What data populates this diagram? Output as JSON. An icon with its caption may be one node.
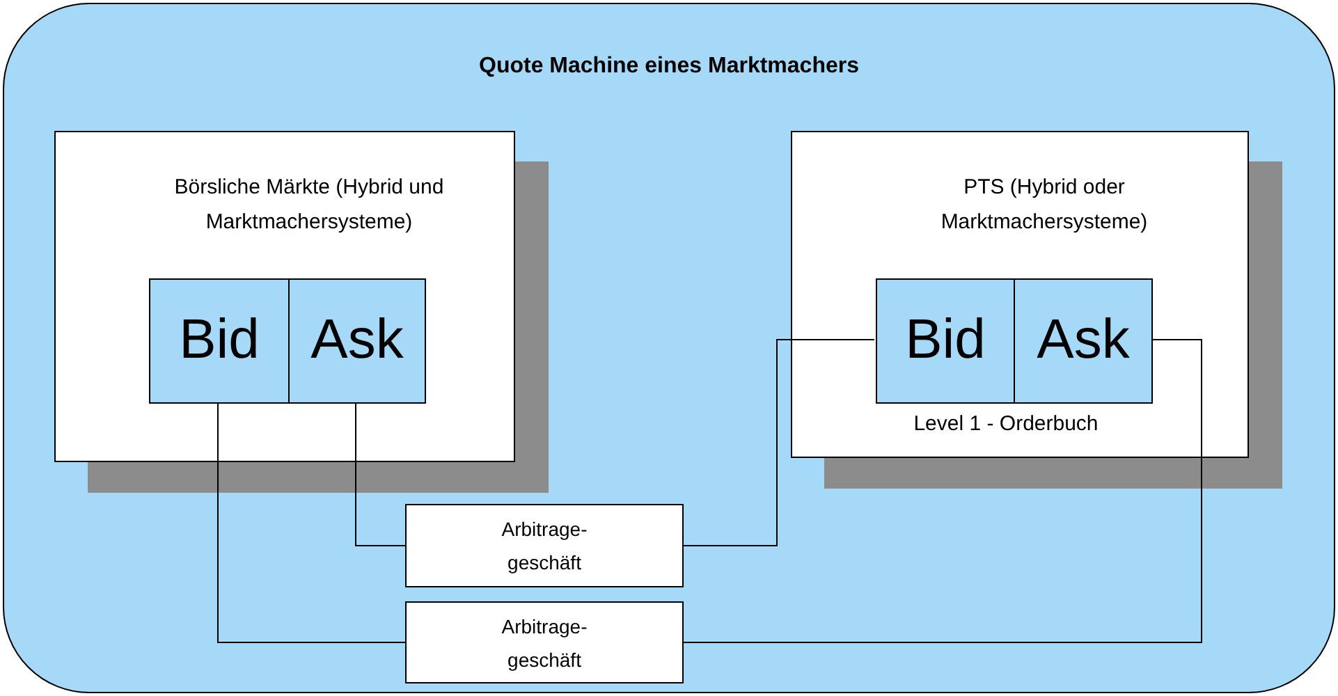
{
  "diagram": {
    "nodes": [
      {
        "text": [
          "Quote Machine eines Marktmachers"
        ]
      },
      {
        "text": [
          "Börsliche Märkte (Hybrid und Marktmachersysteme)"
        ],
        "in": 0
      },
      {
        "text": [
          "Bid"
        ],
        "in": 1
      },
      {
        "text": [
          "Ask"
        ],
        "in": 1
      },
      {
        "text": [
          "PTS (Hybrid oder Marktmachersysteme)",
          "Level 1 - Orderbuch"
        ],
        "in": 0
      },
      {
        "text": [
          "Bid"
        ],
        "in": 4
      },
      {
        "text": [
          "Ask"
        ],
        "in": 4
      },
      {
        "text": [
          "Arbitrage- geschäft"
        ],
        "in": 0
      },
      {
        "text": [
          "Arbitrage- geschäft"
        ],
        "in": 0
      }
    ],
    "edges": [
      {
        "from": 3,
        "to": 7,
        "arrow": "none"
      },
      {
        "from": 7,
        "to": 5,
        "arrow": "none"
      },
      {
        "from": 2,
        "to": 8,
        "arrow": "none"
      },
      {
        "from": 8,
        "to": 6,
        "arrow": "none"
      }
    ]
  }
}
